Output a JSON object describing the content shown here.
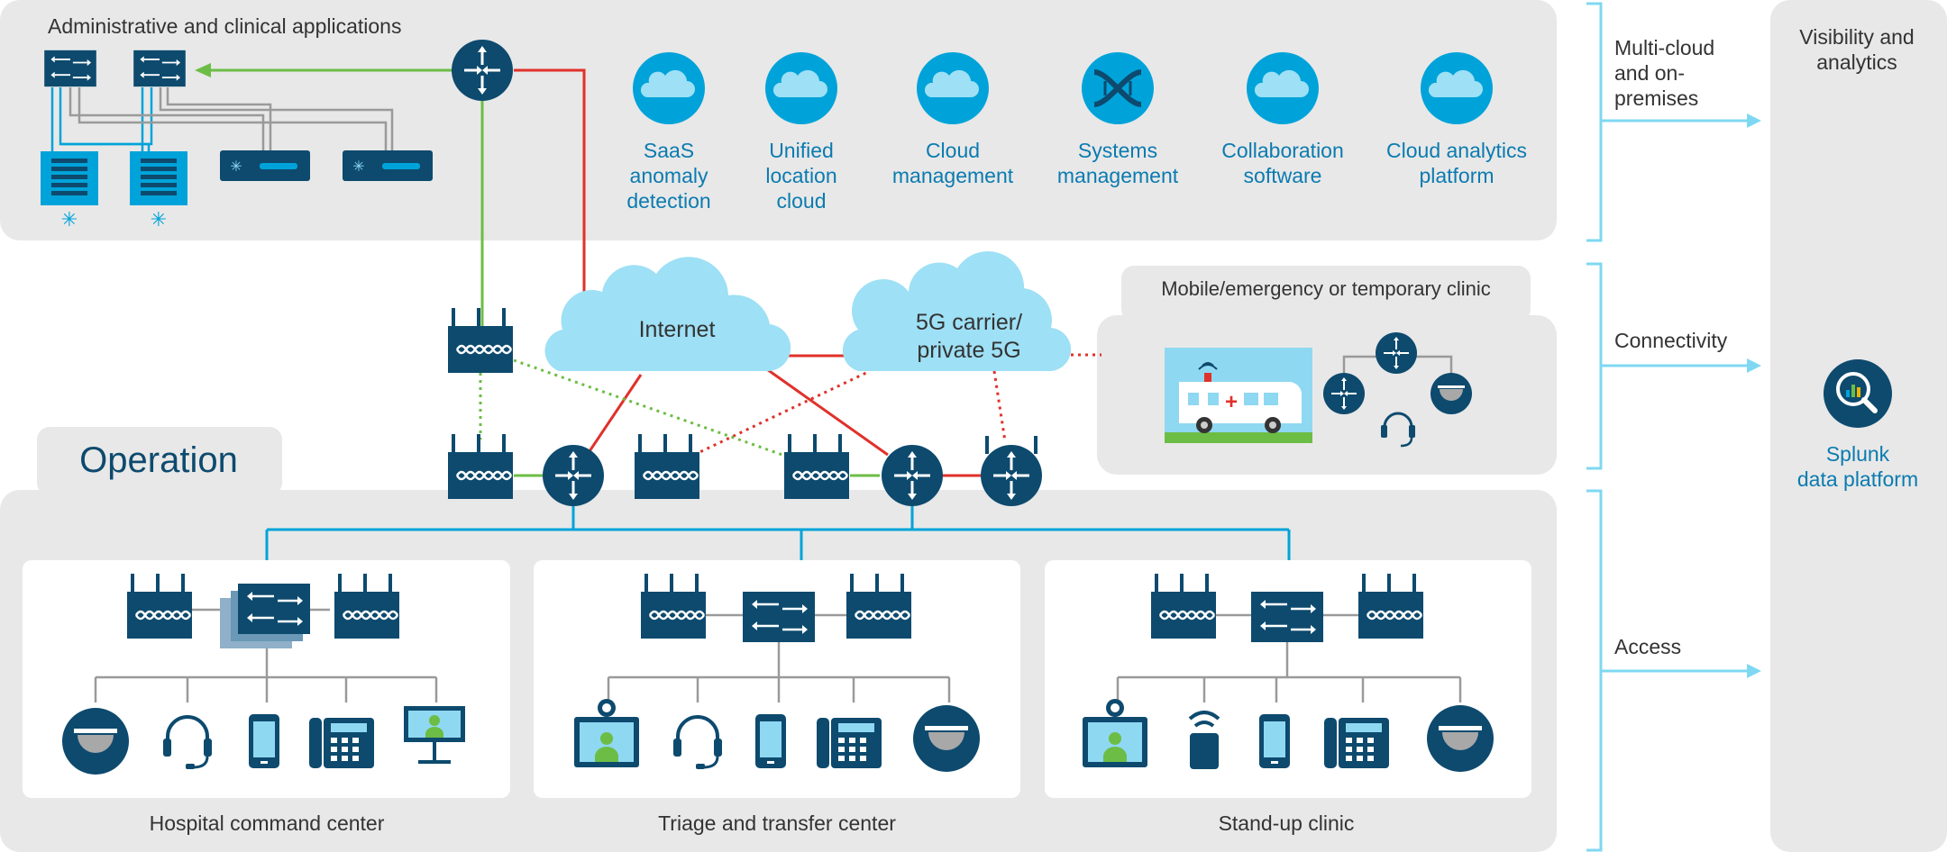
{
  "colors": {
    "panel": "#e8e8e8",
    "white": "#ffffff",
    "dark": "#0d4a6e",
    "accent": "#00a3d9",
    "cloud": "#9ee0f5",
    "red": "#e0312a",
    "green": "#6cbd45",
    "gray_line": "#9a9a9a",
    "text": "#333333",
    "label_blue": "#0b7bb0",
    "bracket": "#7fd8f2"
  },
  "top_panel": {
    "title": "Administrative and clinical applications"
  },
  "apps": [
    {
      "line1": "SaaS",
      "line2": "anomaly",
      "line3": "detection",
      "icon": "cloud-icon"
    },
    {
      "line1": "Unified",
      "line2": "location",
      "line3": "cloud",
      "icon": "cloud-icon"
    },
    {
      "line1": "Cloud",
      "line2": "management",
      "line3": "",
      "icon": "cloud-icon"
    },
    {
      "line1": "Systems",
      "line2": "management",
      "line3": "",
      "icon": "systems-dna-icon"
    },
    {
      "line1": "Collaboration",
      "line2": "software",
      "line3": "",
      "icon": "cloud-icon"
    },
    {
      "line1": "Cloud analytics",
      "line2": "platform",
      "line3": "",
      "icon": "cloud-icon"
    }
  ],
  "clouds": {
    "internet": {
      "line1": "Internet"
    },
    "fiveg": {
      "line1": "5G carrier/",
      "line2": "private 5G"
    }
  },
  "mobile_clinic": {
    "title": "Mobile/emergency or temporary clinic"
  },
  "operation": {
    "title": "Operation"
  },
  "sites": [
    {
      "label": "Hospital command center"
    },
    {
      "label": "Triage and transfer center"
    },
    {
      "label": "Stand-up clinic"
    }
  ],
  "side_labels": {
    "multicloud": {
      "line1": "Multi-cloud",
      "line2": "and on-",
      "line3": "premises"
    },
    "connectivity": {
      "line1": "Connectivity"
    },
    "access": {
      "line1": "Access"
    }
  },
  "analytics": {
    "title1": "Visibility and",
    "title2": "analytics",
    "name1": "Splunk",
    "name2": "data platform"
  }
}
